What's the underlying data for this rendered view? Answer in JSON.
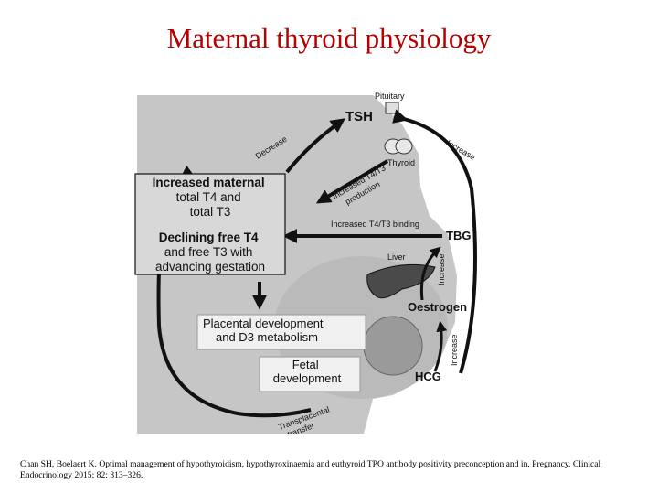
{
  "title": "Maternal thyroid physiology",
  "labels": {
    "pituitary": "Pituitary",
    "tsh": "TSH",
    "thyroid": "Thyroid",
    "decrease": "Decrease",
    "increase_top": "Increase",
    "increased_t4t3_production_1": "Increased T4/T3",
    "increased_t4t3_production_2": "production",
    "increased_t4t3_binding": "Increased T4/T3 binding",
    "tbg": "TBG",
    "liver": "Liver",
    "increase_liver": "Increase",
    "oestrogen": "Oestrogen",
    "increase_hcg": "Increase",
    "hcg": "HCG",
    "transplacental_1": "Transplacental",
    "transplacental_2": "transfer"
  },
  "boxes": {
    "maternal_lines": [
      "Increased maternal",
      "total T4 and",
      "total T3"
    ],
    "declining_lines": [
      "Declining free T4",
      "and free T3 with",
      "advancing gestation"
    ],
    "placental_lines": [
      "Placental development",
      "and D3 metabolism"
    ],
    "fetal_lines": [
      "Fetal",
      "development"
    ]
  },
  "citation": "Chan SH, Boelaert K. Optimal management of hypothyroidism, hypothyroxinaemia and euthyroid TPO antibody positivity preconception and in. Pregnancy. Clinical Endocrinology 2015; 82: 313–326."
}
